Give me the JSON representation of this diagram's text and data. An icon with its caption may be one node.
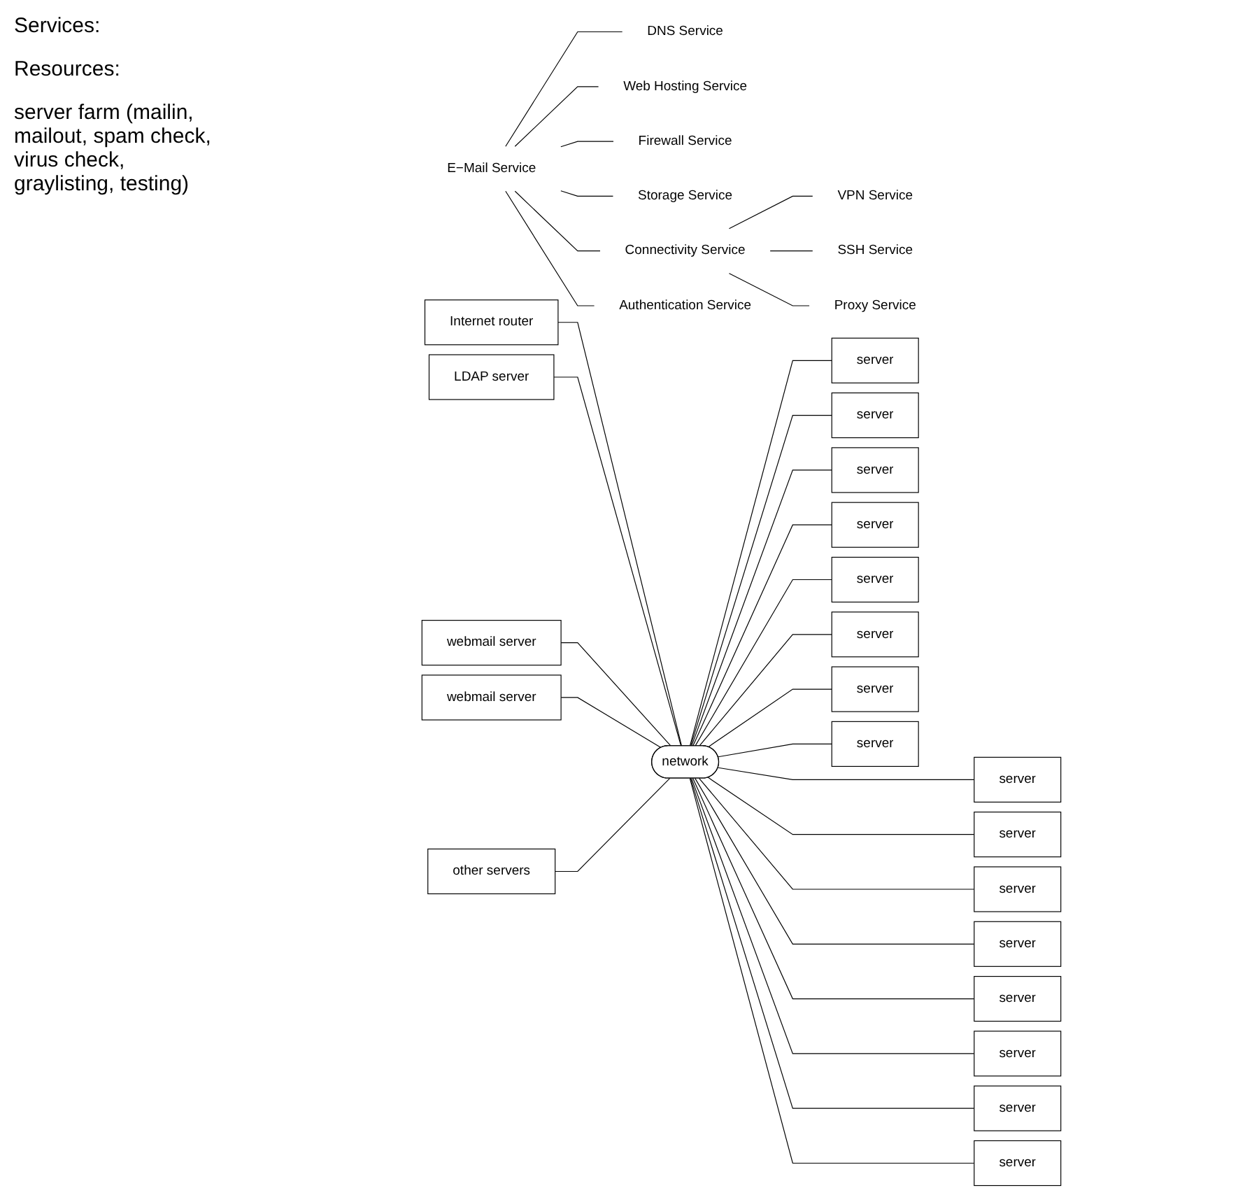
{
  "diagram": {
    "nodes": [
      {
        "text": [
          "E−Mail Service"
        ]
      },
      {
        "text": [
          "DNS Service"
        ]
      },
      {
        "text": [
          "Web Hosting Service"
        ]
      },
      {
        "text": [
          "Firewall Service"
        ]
      },
      {
        "text": [
          "Storage Service"
        ]
      },
      {
        "text": [
          "Connectivity Service"
        ]
      },
      {
        "text": [
          "Authentication Service"
        ]
      },
      {
        "text": [
          "VPN Service"
        ]
      },
      {
        "text": [
          "SSH Service"
        ]
      },
      {
        "text": [
          "Proxy Service"
        ]
      },
      {
        "text": [
          "Internet router"
        ]
      },
      {
        "text": [
          "LDAP server"
        ]
      },
      {
        "text": [
          "network"
        ]
      },
      {
        "text": [
          "webmail server"
        ]
      },
      {
        "text": [
          "webmail server"
        ]
      },
      {
        "text": [
          "other servers"
        ]
      },
      {
        "text": [
          "server"
        ]
      },
      {
        "text": [
          "server"
        ]
      },
      {
        "text": [
          "server"
        ]
      },
      {
        "text": [
          "server"
        ]
      },
      {
        "text": [
          "server"
        ]
      },
      {
        "text": [
          "server"
        ]
      },
      {
        "text": [
          "server"
        ]
      },
      {
        "text": [
          "server"
        ]
      },
      {
        "text": [
          "server"
        ]
      },
      {
        "text": [
          "server"
        ]
      },
      {
        "text": [
          "server"
        ]
      },
      {
        "text": [
          "server"
        ]
      },
      {
        "text": [
          "server"
        ]
      },
      {
        "text": [
          "server"
        ]
      },
      {
        "text": [
          "server"
        ]
      },
      {
        "text": [
          "server"
        ]
      }
    ],
    "edges": [
      {
        "from": 0,
        "to": 1,
        "arrow": "none"
      },
      {
        "from": 0,
        "to": 3,
        "arrow": "none"
      },
      {
        "from": 0,
        "to": 5,
        "arrow": "none"
      },
      {
        "from": 0,
        "to": 6,
        "arrow": "none"
      },
      {
        "from": 0,
        "to": 4,
        "arrow": "none"
      },
      {
        "from": 0,
        "to": 2,
        "arrow": "none"
      },
      {
        "from": 5,
        "to": 7,
        "arrow": "none"
      },
      {
        "from": 5,
        "to": 9,
        "arrow": "none"
      },
      {
        "from": 5,
        "to": 8,
        "arrow": "none"
      },
      {
        "from": 10,
        "to": 12,
        "arrow": "none"
      },
      {
        "from": 11,
        "to": 12,
        "arrow": "none"
      },
      {
        "from": 13,
        "to": 12,
        "arrow": "none"
      },
      {
        "from": 14,
        "to": 12,
        "arrow": "none"
      },
      {
        "from": 15,
        "to": 12,
        "arrow": "none"
      },
      {
        "from": 12,
        "to": 16,
        "arrow": "none"
      },
      {
        "from": 12,
        "to": 17,
        "arrow": "none"
      },
      {
        "from": 12,
        "to": 18,
        "arrow": "none"
      },
      {
        "from": 12,
        "to": 19,
        "arrow": "none"
      },
      {
        "from": 12,
        "to": 20,
        "arrow": "none"
      },
      {
        "from": 12,
        "to": 21,
        "arrow": "none"
      },
      {
        "from": 12,
        "to": 22,
        "arrow": "none"
      },
      {
        "from": 12,
        "to": 23,
        "arrow": "none"
      },
      {
        "from": 12,
        "to": 24,
        "arrow": "none"
      },
      {
        "from": 12,
        "to": 25,
        "arrow": "none"
      },
      {
        "from": 12,
        "to": 26,
        "arrow": "none"
      },
      {
        "from": 12,
        "to": 27,
        "arrow": "none"
      },
      {
        "from": 12,
        "to": 28,
        "arrow": "none"
      },
      {
        "from": 12,
        "to": 29,
        "arrow": "none"
      },
      {
        "from": 12,
        "to": 30,
        "arrow": "none"
      },
      {
        "from": 12,
        "to": 31,
        "arrow": "none"
      }
    ],
    "labels": [
      "Services:",
      "Resources:",
      "server farm (mailin, mailout, spam check, virus check, graylisting, testing)"
    ]
  }
}
